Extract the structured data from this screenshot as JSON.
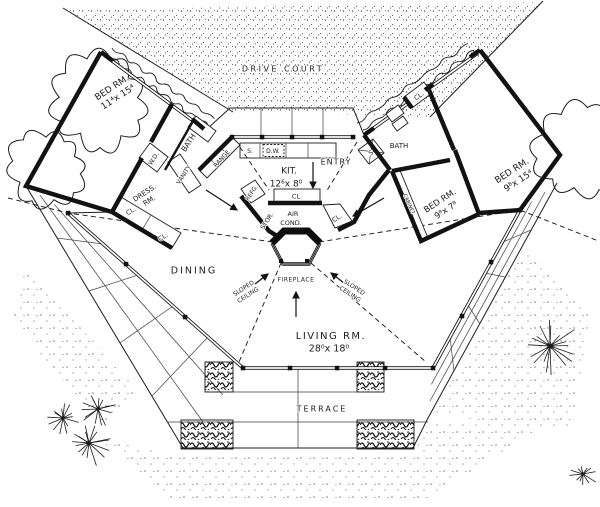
{
  "drawing": {
    "background": "#ffffff",
    "ink": "#1c1c1c"
  },
  "site": {
    "drive_court": "DRIVE COURT",
    "terrace": "TERRACE"
  },
  "rooms": {
    "bed_left": {
      "name": "BED RM.",
      "dims": "11⁴x 15⁴"
    },
    "bed_right": {
      "name": "BED RM.",
      "dims": "9⁸x 15⁴"
    },
    "bed_small": {
      "name": "BED RM.",
      "dims": "9⁸x 7⁸"
    },
    "kitchen": {
      "name": "KIT.",
      "dims": "12⁶x 8⁰"
    },
    "living": {
      "name": "LIVING RM.",
      "dims": "28⁰x 18⁰"
    },
    "dining": "DINING",
    "entry": "ENTRY",
    "bath_left": "BATH",
    "bath_right": "BATH",
    "dress_rm": {
      "line1": "DRESS.",
      "line2": "RM."
    }
  },
  "fixtures": {
    "washer_dryer": "W.D.",
    "vanity": "VANITY",
    "range": "RANGE",
    "refrigerator": "REFG.",
    "storage": "STOR.",
    "sink": "S.",
    "dishwasher": "D.W.",
    "shower": "S",
    "cabinet": "CABINET",
    "closet": "CL.",
    "air_cond": {
      "line1": "AIR",
      "line2": "COND."
    },
    "fireplace": "FIREPLACE"
  },
  "notes": {
    "sloped_ceiling": {
      "line1": "SLOPED",
      "line2": "CEILING"
    }
  }
}
